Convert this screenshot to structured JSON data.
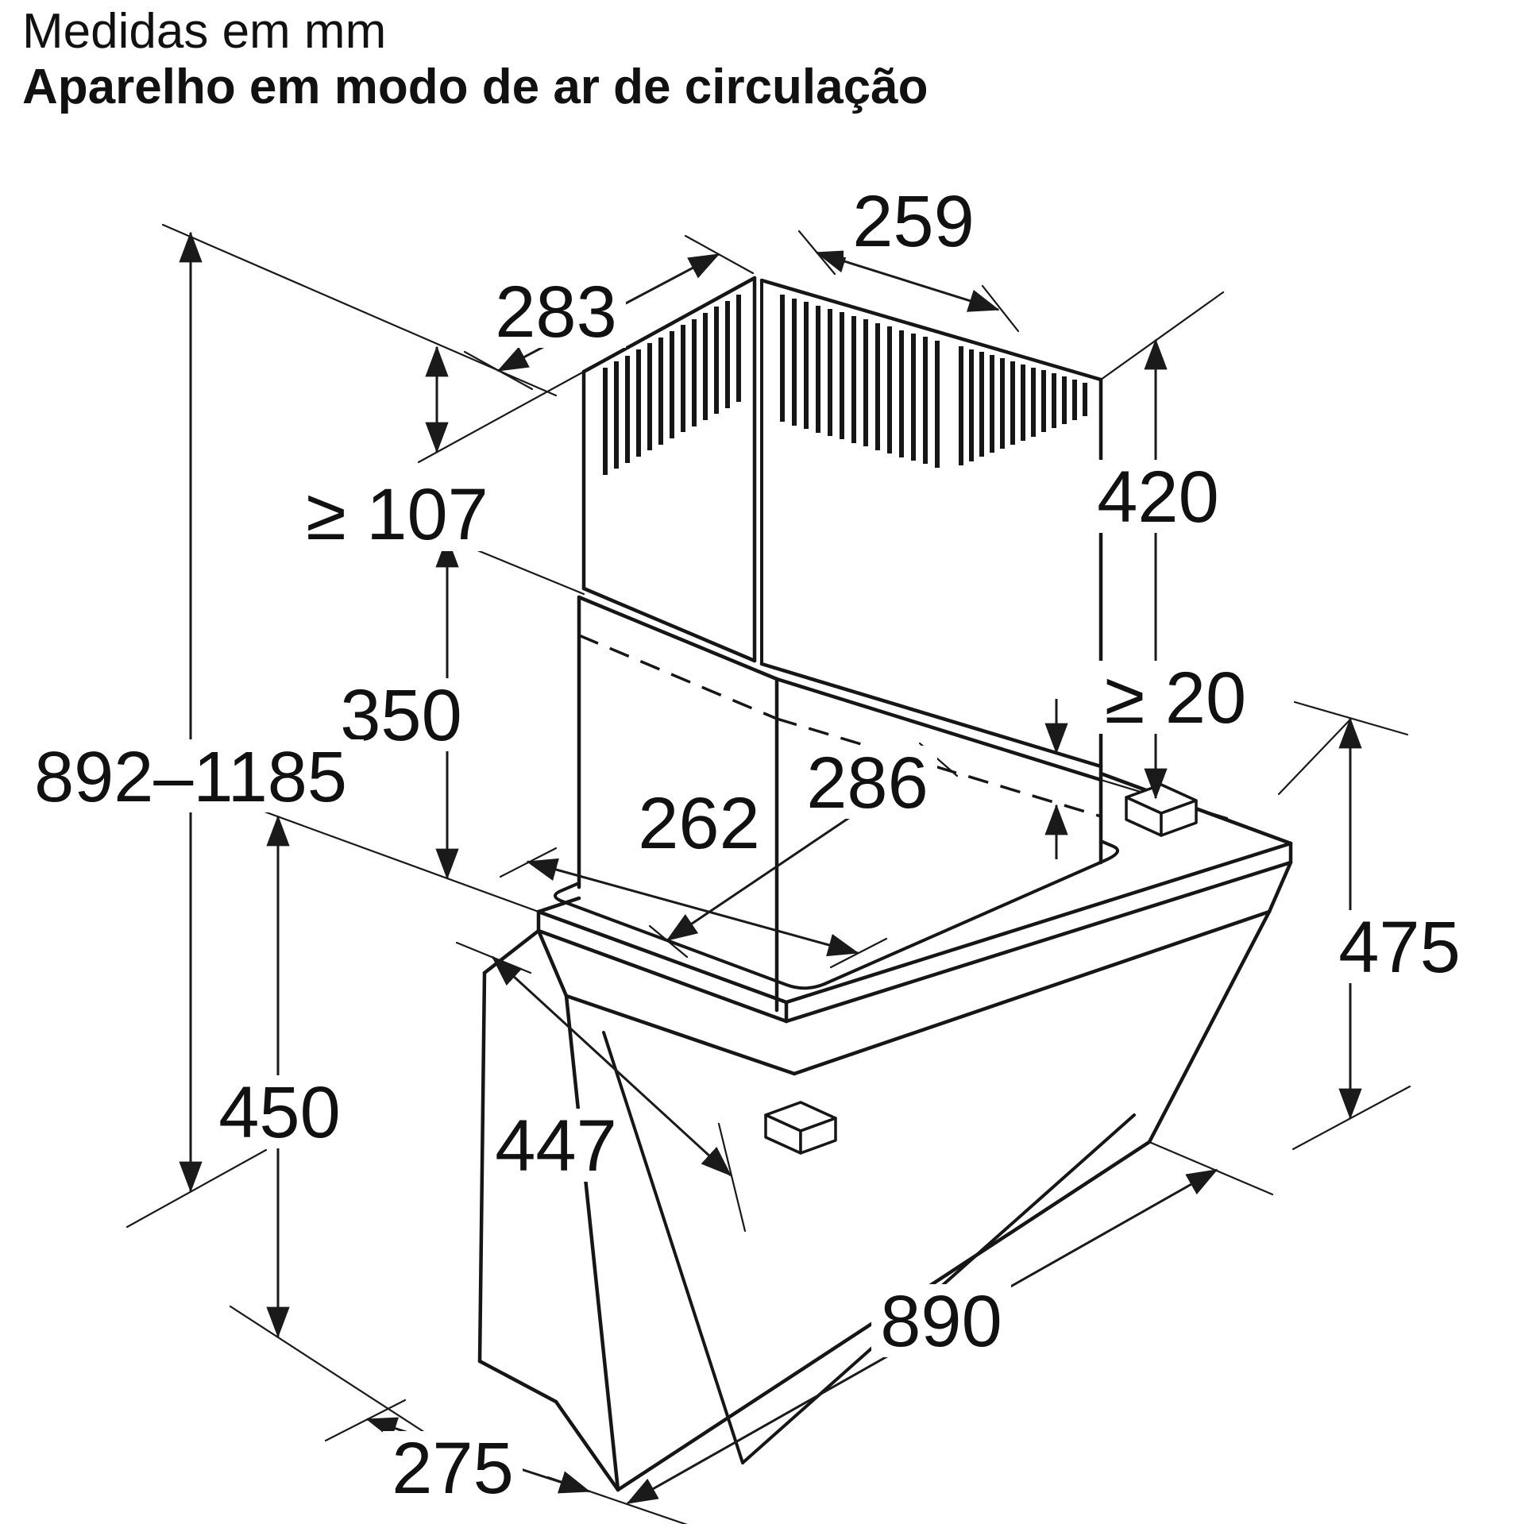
{
  "title": {
    "line1": "Medidas em mm",
    "line2": "Aparelho em modo de ar de circulação"
  },
  "drawing": {
    "type": "installation-dimension-diagram",
    "subject": "wall-mounted angled cooker hood in recirculation mode",
    "unit": "mm"
  },
  "dimensions": {
    "chimney_side_width": "283",
    "chimney_front_width": "259",
    "ceiling_clearance_min": "≥ 107",
    "upper_chimney_height": "420",
    "lower_chimney_height": "350",
    "min_overlap": "≥ 20",
    "total_height_range": "892–1185",
    "chimney_base_depth": "286",
    "chimney_base_width": "262",
    "hood_front_height": "475",
    "hood_back_height": "450",
    "hood_top_depth": "447",
    "hood_width": "890",
    "hood_bottom_depth": "275"
  }
}
